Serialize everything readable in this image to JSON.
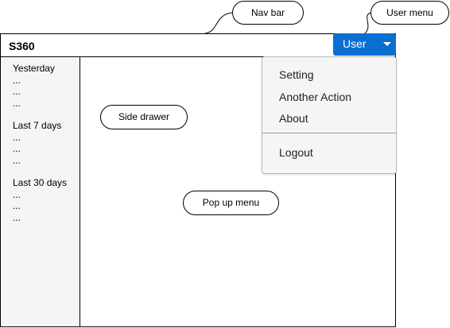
{
  "navbar": {
    "app_title": "S360"
  },
  "user_menu": {
    "button_label": "User"
  },
  "side_drawer": {
    "groups": [
      {
        "title": "Yesterday",
        "items": [
          "...",
          "...",
          "..."
        ]
      },
      {
        "title": "Last 7 days",
        "items": [
          "...",
          "...",
          "..."
        ]
      },
      {
        "title": "Last 30 days",
        "items": [
          "...",
          "...",
          "..."
        ]
      }
    ]
  },
  "popup_menu": {
    "items": [
      "Setting",
      "Another Action",
      "About"
    ],
    "logout_label": "Logout"
  },
  "callouts": {
    "nav_bar": "Nav bar",
    "user_menu": "User menu",
    "side_drawer": "Side drawer",
    "popup_menu": "Pop up menu"
  },
  "colors": {
    "accent": "#0a6fd1",
    "panel_bg": "#f5f5f5"
  }
}
